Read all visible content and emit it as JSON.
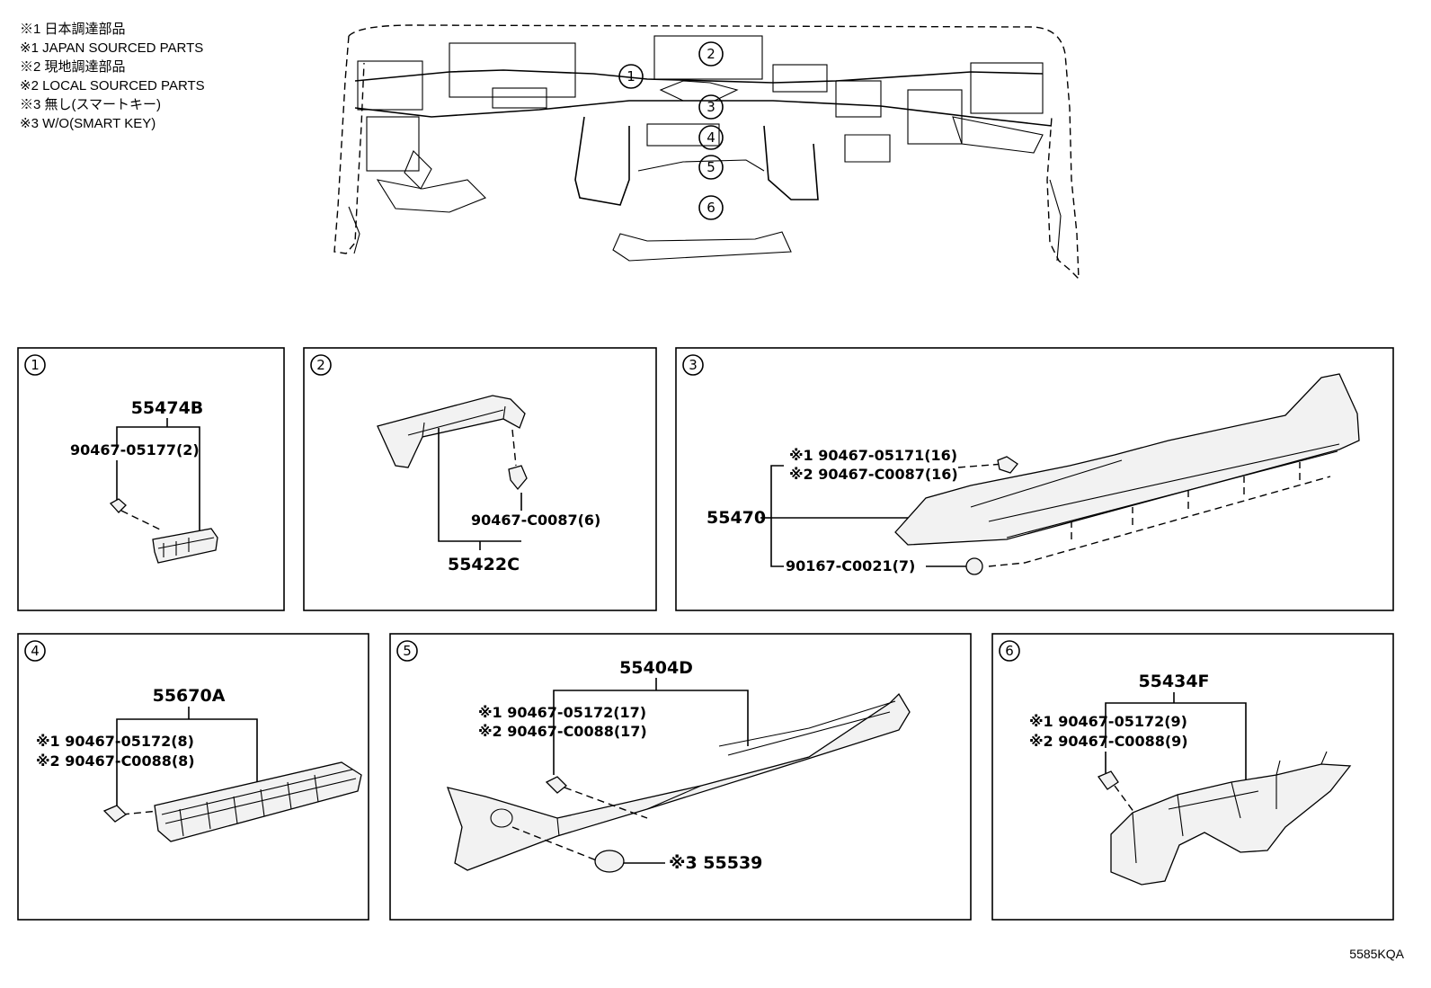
{
  "legend": [
    "※1 日本調達部品",
    "※1 JAPAN SOURCED PARTS",
    "※2 現地調達部品",
    "※2 LOCAL SOURCED PARTS",
    "※3 無し(スマートキー)",
    "※3 W/O(SMART KEY)"
  ],
  "overview": {
    "callouts": [
      "1",
      "2",
      "3",
      "4",
      "5",
      "6"
    ]
  },
  "panels": [
    {
      "id": "1",
      "parts": [
        "55474B",
        "90467-05177(2)"
      ]
    },
    {
      "id": "2",
      "parts": [
        "55422C",
        "90467-C0087(6)"
      ]
    },
    {
      "id": "3",
      "parts": [
        "55470",
        "※1 90467-05171(16)",
        "※2 90467-C0087(16)",
        "90167-C0021(7)"
      ]
    },
    {
      "id": "4",
      "parts": [
        "55670A",
        "※1 90467-05172(8)",
        "※2 90467-C0088(8)"
      ]
    },
    {
      "id": "5",
      "parts": [
        "55404D",
        "※1 90467-05172(17)",
        "※2 90467-C0088(17)",
        "※3 55539"
      ]
    },
    {
      "id": "6",
      "parts": [
        "55434F",
        "※1 90467-05172(9)",
        "※2 90467-C0088(9)"
      ]
    }
  ],
  "diagram_code": "5585KQA"
}
